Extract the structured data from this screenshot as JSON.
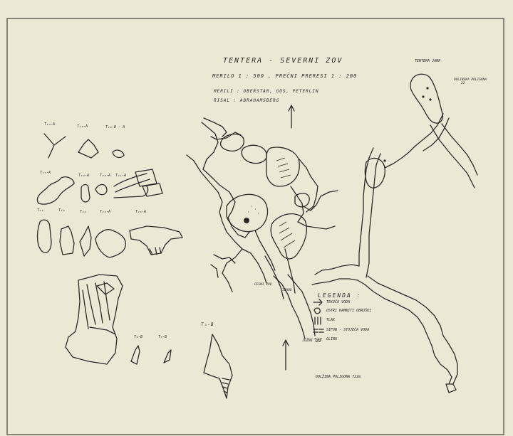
{
  "map": {
    "title": "TENTERA - SEVERNI ZOV",
    "scale_line": "MERILO  1 : 500 , PREČNI PRERESI  1 : 200",
    "survey_line": "MERILI  :  OBERSTAR, GOS, PETERLIN",
    "drawn_line": "RISAL  :  ABRAHAMSBERG",
    "entrance_label": "TENTERA JAMA",
    "doline_label": "DOLINSKA POLIGONA",
    "doline_code": "22"
  },
  "legend": {
    "title": "LEGENDA :",
    "items": [
      {
        "symbol": "arrow",
        "label": "TEKOČA VODA"
      },
      {
        "symbol": "rocks",
        "label": "OSTRI KAMNITI OBRUŠKI"
      },
      {
        "symbol": "bars",
        "label": "TLAK"
      },
      {
        "symbol": "dashes",
        "label": "SIFON - STOJEČA VODA"
      },
      {
        "symbol": "dots",
        "label": "GLINA"
      }
    ]
  },
  "notes": {
    "length": "DOLŽINA POLIGONA 722m",
    "south_label": "JUŽNI ZOV",
    "west_label": "ČESNI ZOV",
    "east_label": "IZHOD"
  },
  "profiles": [
    {
      "label": "T₁₅-A"
    },
    {
      "label": "T₁₆-A"
    },
    {
      "label": "T₁₆-B - A"
    },
    {
      "label": "T₁₇-A"
    },
    {
      "label": "T₁₉-A"
    },
    {
      "label": "T₂₀-A"
    },
    {
      "label": "T₂₁-A"
    },
    {
      "label": "T₂₂"
    },
    {
      "label": "T₂₃"
    },
    {
      "label": "T₂₄"
    },
    {
      "label": "T₂₅-A"
    },
    {
      "label": "T₂₆-A"
    },
    {
      "label": "T₅-B"
    },
    {
      "label": "T₆-B"
    },
    {
      "label": "T₈-B"
    }
  ],
  "colors": {
    "paper": "#ece8d6",
    "ink": "#2c2a26",
    "border": "#6e6a5e"
  }
}
